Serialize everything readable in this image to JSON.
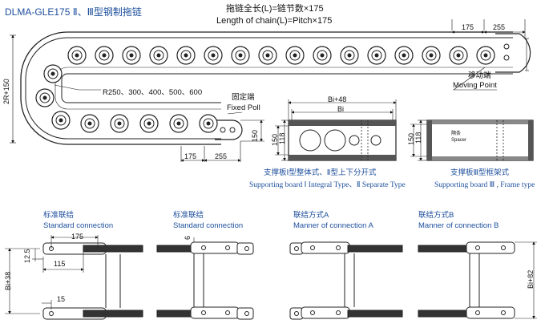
{
  "title": "DLMA-GLE175 Ⅱ、Ⅲ型钢制拖链",
  "formula_cn": "拖链全长(L)=链节数×175",
  "formula_en": "Length of chain(L)=Pitch×175",
  "dims": {
    "pitch": "175",
    "end": "255",
    "height_left": "2R+150",
    "radii": "R250、300、400、500、600",
    "height_right": "150",
    "bi48": "Bi+48",
    "bi": "Bi",
    "h150": "150",
    "h118": "118",
    "bi38": "Bi+38",
    "d115": "115",
    "d12_5": "12.5",
    "d15": "15",
    "d6": "6",
    "bi82": "Bi+82"
  },
  "labels": {
    "fixed_cn": "固定端",
    "fixed_en": "Fixed Poll",
    "moving_cn": "移动端",
    "moving_en": "Moving Point",
    "spacer_cn": "隔条",
    "spacer_en": "Spacer"
  },
  "support": {
    "type1_cn": "支撑板Ⅰ型整体式、Ⅱ型上下分开式",
    "type1_en": "Supporting board Ⅰ Integral Type、Ⅱ Separate Type",
    "type3_cn": "支撑板Ⅲ型框架式",
    "type3_en": "Supporting board Ⅲ , Frame type"
  },
  "connections": [
    {
      "cn": "标准联结",
      "en": "Standard connection"
    },
    {
      "cn": "标准联结",
      "en": "Standard connection"
    },
    {
      "cn": "联结方式A",
      "en": "Manner of connection A"
    },
    {
      "cn": "联结方式B",
      "en": "Manner of connection B"
    }
  ],
  "colors": {
    "accent": "#1d4f9c",
    "line": "#222222"
  }
}
